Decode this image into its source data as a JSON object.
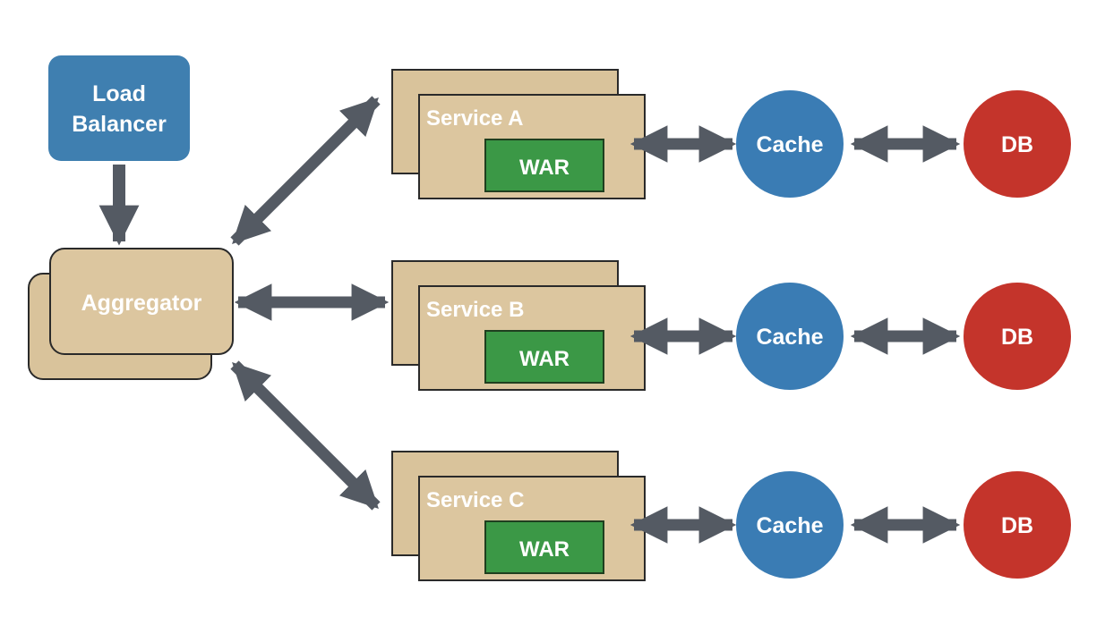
{
  "colors": {
    "load_balancer": "#3f7fb0",
    "aggregator": "#dcc69f",
    "service": "#dcc69f",
    "war": "#3b9846",
    "cache": "#3a7cb4",
    "db": "#c4342b",
    "arrow": "#545a63"
  },
  "load_balancer": {
    "label_line1": "Load",
    "label_line2": "Balancer"
  },
  "aggregator": {
    "label": "Aggregator"
  },
  "services": [
    {
      "label": "Service A",
      "war_label": "WAR",
      "cache_label": "Cache",
      "db_label": "DB"
    },
    {
      "label": "Service B",
      "war_label": "WAR",
      "cache_label": "Cache",
      "db_label": "DB"
    },
    {
      "label": "Service C",
      "war_label": "WAR",
      "cache_label": "Cache",
      "db_label": "DB"
    }
  ]
}
